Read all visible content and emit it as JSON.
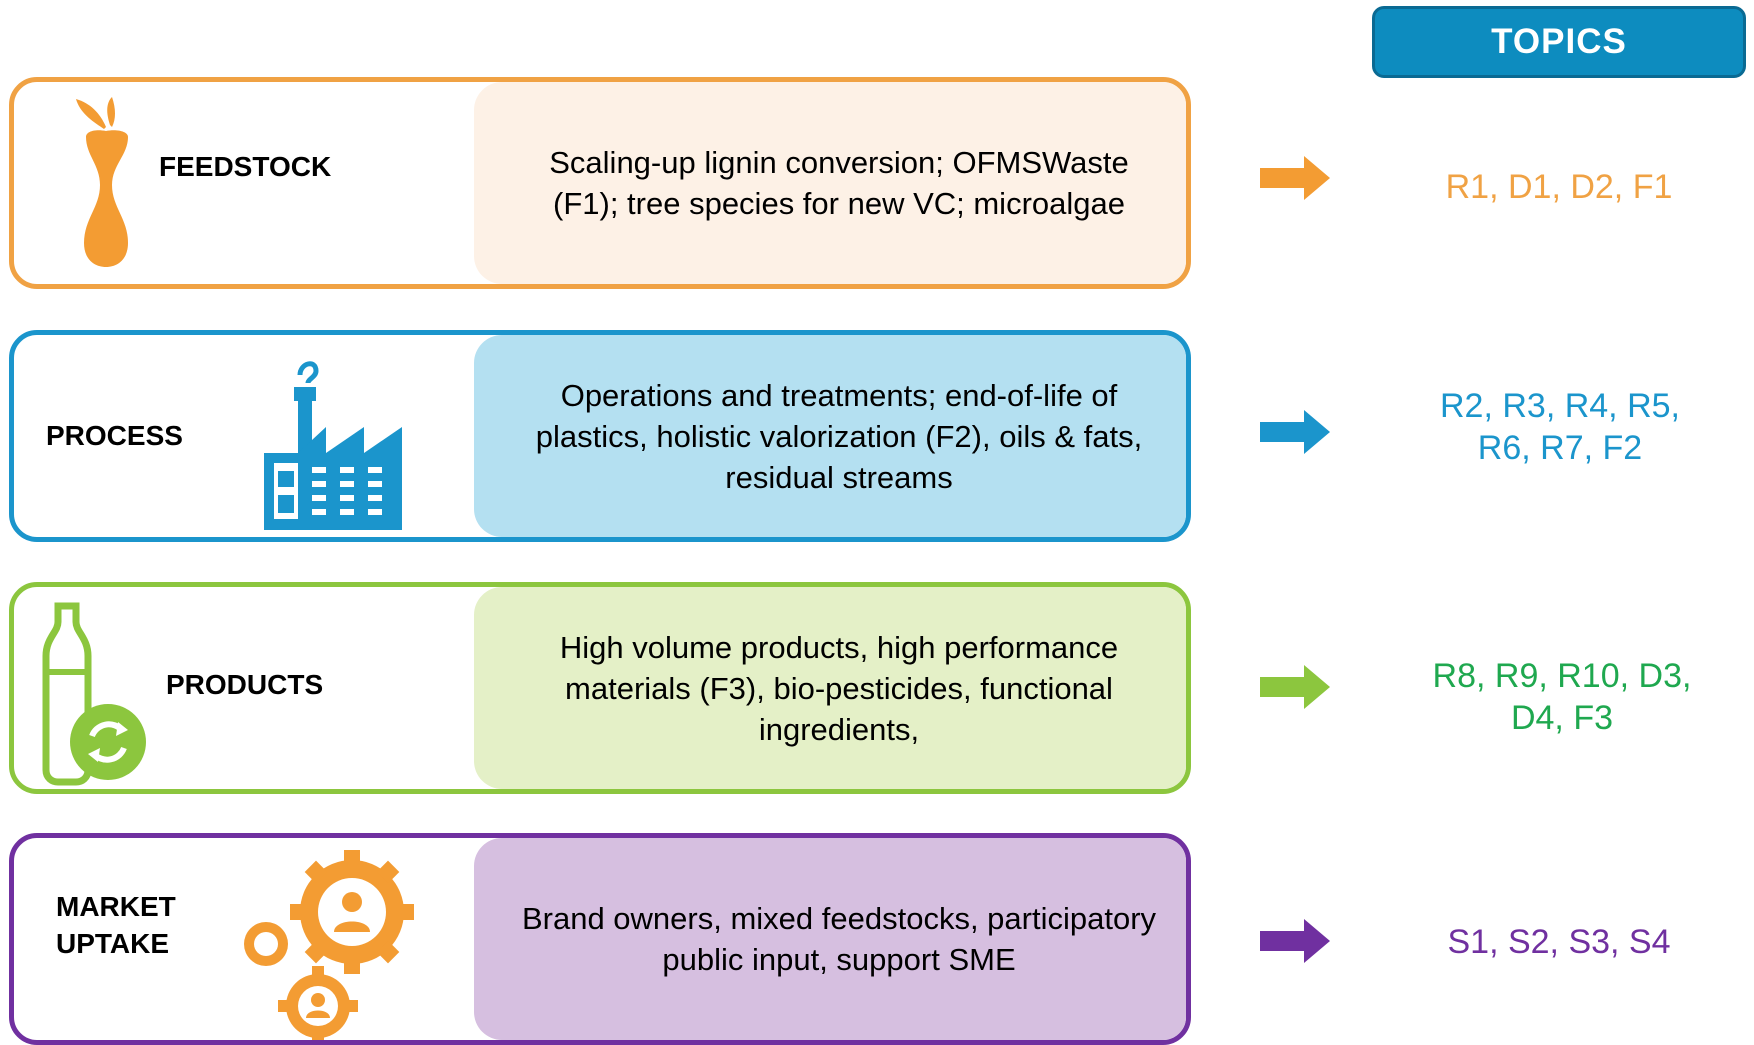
{
  "header": {
    "topics_label": "TOPICS",
    "color": "#0d8cbf"
  },
  "rows": [
    {
      "key": "feedstock",
      "label": "FEEDSTOCK",
      "icon": "apple-core-icon",
      "description": "Scaling-up lignin conversion; OFMSWaste (F1); tree species for new VC; microalgae",
      "topics": "R1, D1, D2, F1",
      "color": "#f0a244"
    },
    {
      "key": "process",
      "label": "PROCESS",
      "icon": "factory-icon",
      "description": "Operations and treatments; end-of-life of plastics, holistic valorization (F2), oils & fats, residual streams",
      "topics": "R2, R3, R4, R5, R6, R7, F2",
      "color": "#1b95cc"
    },
    {
      "key": "products",
      "label": "PRODUCTS",
      "icon": "recycled-bottle-icon",
      "description": "High volume products, high performance materials (F3), bio-pesticides, functional ingredients,",
      "topics": "R8, R9, R10, D3, D4, F3",
      "color": "#8cc63e"
    },
    {
      "key": "market",
      "label": "MARKET UPTAKE",
      "icon": "gears-people-icon",
      "description": "Brand owners,  mixed feedstocks, participatory public input, support SME",
      "topics": "S1, S2, S3, S4",
      "color": "#7030a0"
    }
  ]
}
